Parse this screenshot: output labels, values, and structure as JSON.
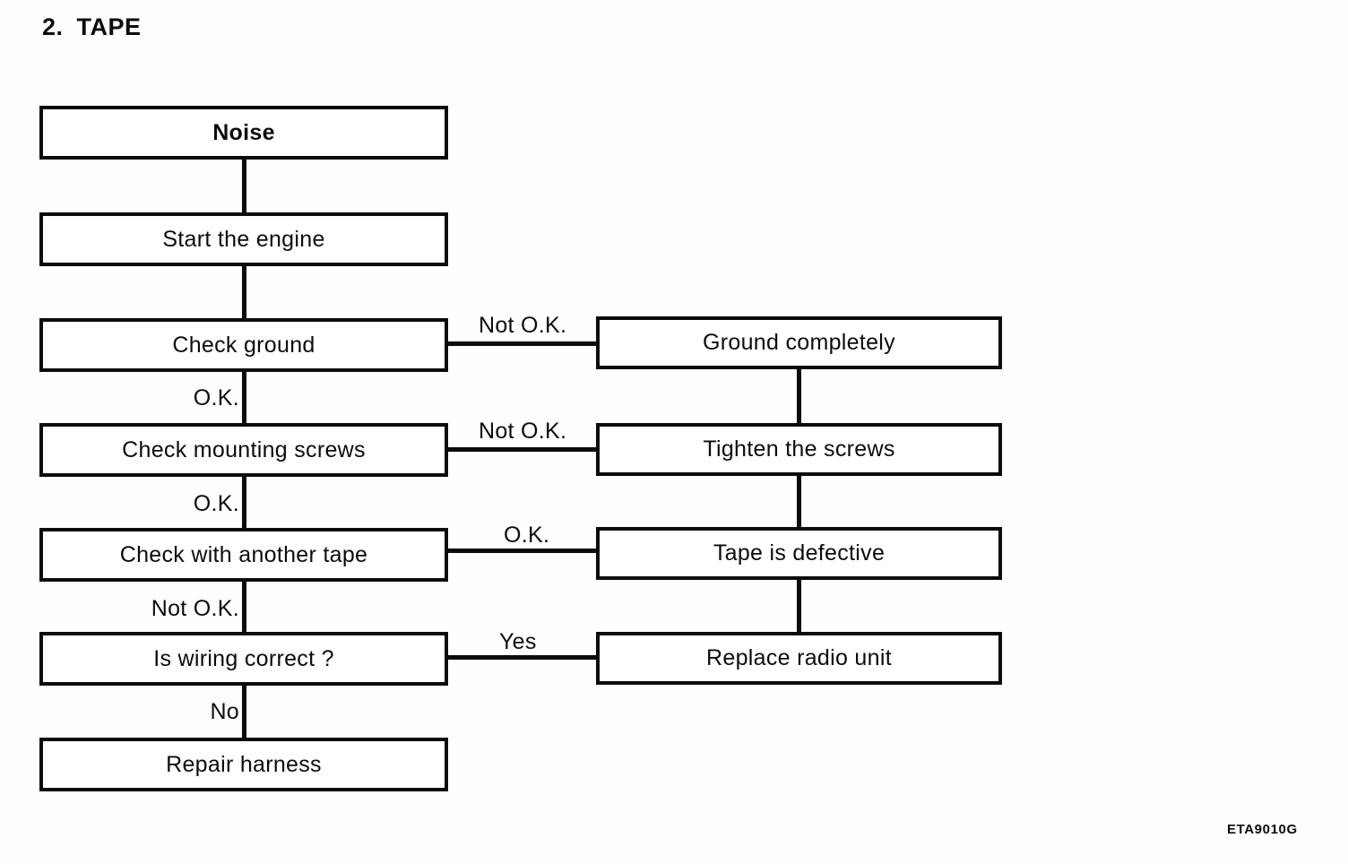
{
  "title": "2. TAPE",
  "figure_code": "ETA9010G",
  "nodes": {
    "noise": "Noise",
    "start_the_engine": "Start the engine",
    "check_ground": "Check ground",
    "check_mounting_screws": "Check mounting screws",
    "check_with_another_tape": "Check with another tape",
    "is_wiring_correct": "Is wiring correct ?",
    "repair_harness": "Repair harness",
    "ground_completely": "Ground completely",
    "tighten_the_screws": "Tighten the screws",
    "tape_is_defective": "Tape is defective",
    "replace_radio_unit": "Replace radio unit"
  },
  "branch_labels": {
    "check_ground_fail": "Not O.K.",
    "check_ground_pass": "O.K.",
    "check_mounting_fail": "Not O.K.",
    "check_mounting_pass": "O.K.",
    "check_tape_pass": "O.K.",
    "check_tape_fail": "Not O.K.",
    "wiring_yes": "Yes",
    "wiring_no": "No"
  },
  "edges": [
    {
      "from": "Noise",
      "to": "Start the engine",
      "label": ""
    },
    {
      "from": "Start the engine",
      "to": "Check ground",
      "label": ""
    },
    {
      "from": "Check ground",
      "to": "Ground completely",
      "label": "Not O.K."
    },
    {
      "from": "Check ground",
      "to": "Check mounting screws",
      "label": "O.K."
    },
    {
      "from": "Check mounting screws",
      "to": "Tighten the screws",
      "label": "Not O.K."
    },
    {
      "from": "Check mounting screws",
      "to": "Check with another tape",
      "label": "O.K."
    },
    {
      "from": "Check with another tape",
      "to": "Tape is defective",
      "label": "O.K."
    },
    {
      "from": "Check with another tape",
      "to": "Is wiring correct ?",
      "label": "Not O.K."
    },
    {
      "from": "Is wiring correct ?",
      "to": "Replace radio unit",
      "label": "Yes"
    },
    {
      "from": "Is wiring correct ?",
      "to": "Repair harness",
      "label": "No"
    },
    {
      "from": "Ground completely",
      "to": "Tighten the screws",
      "label": ""
    },
    {
      "from": "Tighten the screws",
      "to": "Tape is defective",
      "label": ""
    },
    {
      "from": "Tape is defective",
      "to": "Replace radio unit",
      "label": ""
    }
  ]
}
